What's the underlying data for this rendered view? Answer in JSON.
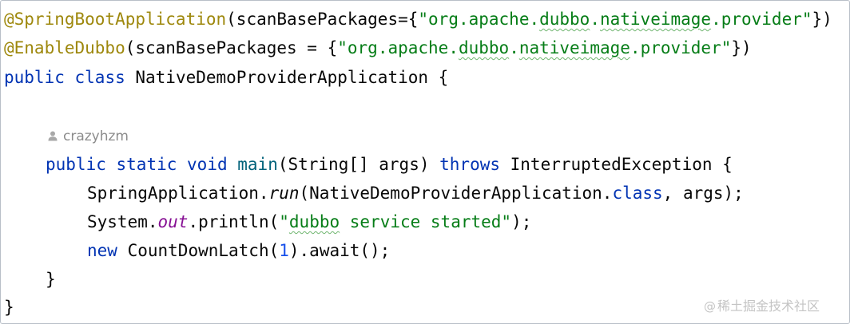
{
  "editor": {
    "line1": {
      "annotation": "@SpringBootApplication",
      "params_open": "(scanBasePackages={",
      "string_quote_open": "\"",
      "string_pre": "org.apache.",
      "string_w1": "dubbo",
      "string_mid": ".",
      "string_w2": "nativeimage",
      "string_post": ".provider",
      "string_quote_close": "\"",
      "params_close": "})"
    },
    "line2": {
      "annotation": "@EnableDubbo",
      "params_open": "(scanBasePackages = {",
      "string_quote_open": "\"",
      "string_pre": "org.apache.",
      "string_w1": "dubbo",
      "string_mid": ".",
      "string_w2": "nativeimage",
      "string_post": ".provider",
      "string_quote_close": "\"",
      "params_close": "})"
    },
    "line3": {
      "kw_public": "public",
      "kw_class": "class",
      "class_name": " NativeDemoProviderApplication {"
    },
    "author_hint": "crazyhzm",
    "line5": {
      "kw_public": "public",
      "kw_static": "static",
      "kw_void": "void",
      "method_name": "main",
      "params": "(String[] args) ",
      "kw_throws": "throws",
      "exception": " InterruptedException {"
    },
    "line6": {
      "receiver": "SpringApplication.",
      "method": "run",
      "args_pre": "(NativeDemoProviderApplication.",
      "kw_class": "class",
      "args_post": ", args);"
    },
    "line7": {
      "receiver": "System.",
      "field": "out",
      "call": ".println(",
      "string_open": "\"",
      "string_word": "dubbo",
      "string_rest": " service started\"",
      "close": ");"
    },
    "line8": {
      "kw_new": "new",
      "ctor": " CountDownLatch(",
      "number": "1",
      "rest": ").await();"
    },
    "line9": {
      "brace": "}"
    },
    "line10": {
      "brace": "}"
    }
  },
  "watermark": {
    "at": "@",
    "text": "稀土掘金技术社区"
  },
  "colors": {
    "annotation": "#9e880d",
    "string": "#067d17",
    "keyword": "#0033b3",
    "method_decl": "#00627a",
    "static_field": "#871094",
    "number": "#1750eb",
    "text": "#080808",
    "hint": "#8c8c8c"
  }
}
